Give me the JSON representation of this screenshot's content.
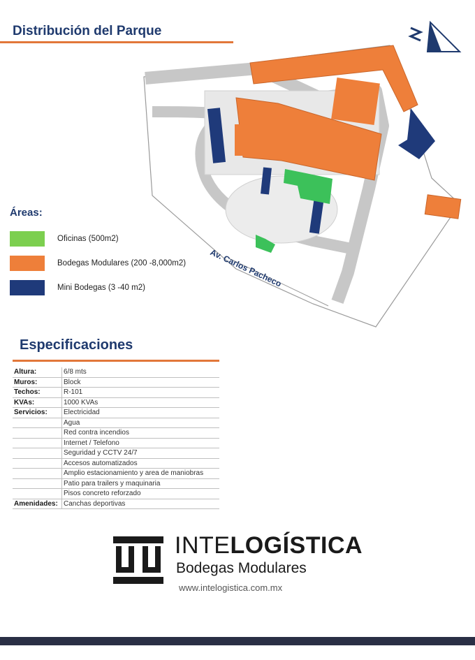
{
  "page": {
    "title": "Distribución del Parque",
    "street_label": "Av. Carlos Pacheco"
  },
  "legend": {
    "title": "Áreas:",
    "items": [
      {
        "label": "Oficinas (500m2)",
        "color": "#7ccf4f"
      },
      {
        "label": "Bodegas Modulares (200 -8,000m2)",
        "color": "#ee7f3a"
      },
      {
        "label": "Mini Bodegas (3 -40 m2)",
        "color": "#1f3a7a"
      }
    ]
  },
  "specs": {
    "title": "Especificaciones",
    "rows": [
      {
        "key": "Altura:",
        "value": "6/8 mts"
      },
      {
        "key": "Muros:",
        "value": "Block"
      },
      {
        "key": "Techos:",
        "value": "R-101"
      },
      {
        "key": "KVAs:",
        "value": "1000 KVAs"
      },
      {
        "key": "Servicios:",
        "value": "Electricidad"
      },
      {
        "key": "",
        "value": "Agua"
      },
      {
        "key": "",
        "value": "Red contra incendios"
      },
      {
        "key": "",
        "value": "Internet / Telefono"
      },
      {
        "key": "",
        "value": "Seguridad y CCTV 24/7"
      },
      {
        "key": "",
        "value": "Accesos automatizados"
      },
      {
        "key": "",
        "value": "Amplio estacionamiento y area de maniobras"
      },
      {
        "key": "",
        "value": "Patio para trailers y maquinaria"
      },
      {
        "key": "",
        "value": "Pisos concreto reforzado"
      },
      {
        "key": "Amenidades:",
        "value": "Canchas deportivas"
      }
    ]
  },
  "brand": {
    "name_light": "INTE",
    "name_bold": "LOGÍSTICA",
    "subtitle": "Bodegas Modulares",
    "url": "www.intelogistica.com.mx"
  },
  "colors": {
    "heading": "#1f3a6e",
    "accent": "#e2773a",
    "office": "#7ccf4f",
    "warehouse": "#ee7f3a",
    "mini": "#1f3a7a"
  }
}
